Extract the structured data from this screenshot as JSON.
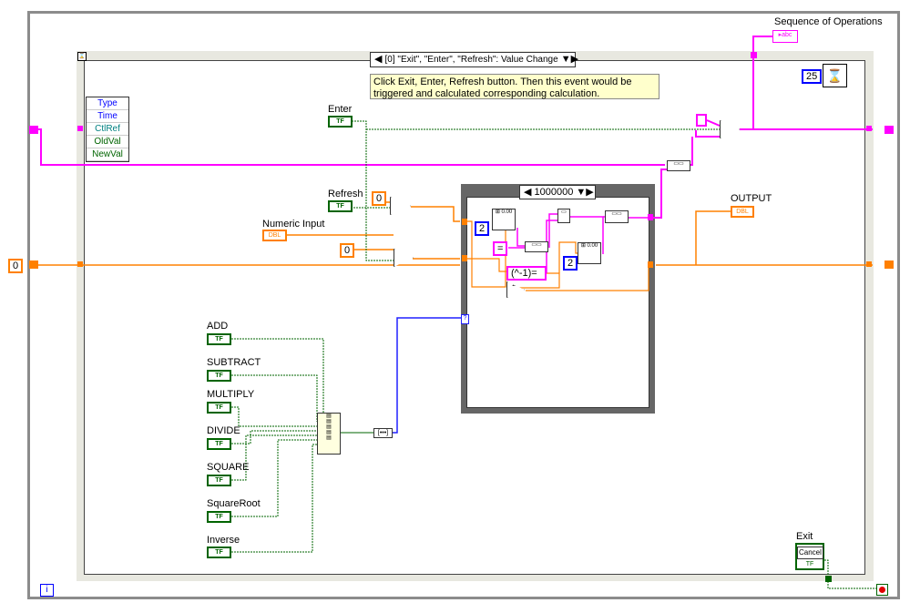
{
  "labels": {
    "sequence": "Sequence of Operations",
    "enter": "Enter",
    "refresh": "Refresh",
    "numeric_input": "Numeric Input",
    "output": "OUTPUT",
    "exit": "Exit",
    "add": "ADD",
    "subtract": "SUBTRACT",
    "multiply": "MULTIPLY",
    "divide": "DIVIDE",
    "square": "SQUARE",
    "squareroot": "SquareRoot",
    "inverse": "Inverse"
  },
  "event_selector": "[0] \"Exit\", \"Enter\", \"Refresh\": Value Change",
  "event_note": "Click Exit, Enter, Refresh button. Then this event would be triggered and calculated corresponding calculation.",
  "case_selector": "1000000",
  "event_node": [
    "Type",
    "Time",
    "CtlRef",
    "OldVal",
    "NewVal"
  ],
  "constants": {
    "zero_left": "0",
    "zero_a": "0",
    "zero_b": "0",
    "two_a": "2",
    "two_b": "2",
    "equals": "=",
    "power": "(^-1)=",
    "timeout": "25"
  },
  "terminals": {
    "tf": "TF",
    "dbl": "DBL",
    "abc": "abc",
    "cancel": "Cancel"
  },
  "iteration": "i",
  "colors": {
    "numeric": "#ff8000",
    "string": "#ff00ff",
    "boolean": "#006400",
    "integer": "#0000ff",
    "frame": "#8c8c8c"
  }
}
